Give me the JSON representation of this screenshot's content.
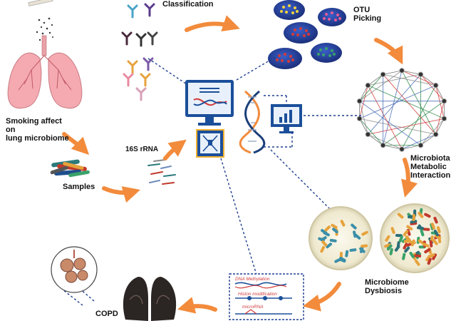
{
  "labels": {
    "classification": "Classification",
    "otu_line1": "OTU",
    "otu_line2": "Picking",
    "smoking_line1": "Smoking affect",
    "smoking_line2": "on",
    "smoking_line3": "lung microbiome",
    "rrna": "16S rRNA",
    "samples": "Samples",
    "interaction_line1": "Microbiota",
    "interaction_line2": "Metabolic",
    "interaction_line3": "Interaction",
    "dysbiosis_line1": "Microbiome",
    "dysbiosis_line2": "Dysbiosis",
    "copd": "COPD"
  },
  "epigenetics": {
    "dna_methylation": "DNA Methylation",
    "histone_modification": "Histon modification",
    "microrna": "microRNA"
  },
  "colors": {
    "arrow": "#f28b3c",
    "dashed_link": "#1f3f8f",
    "network_line_red": "#d23a3a",
    "network_line_green": "#2e8a4b",
    "network_line_blue": "#4a6fb8",
    "lung": "#f2a3a9",
    "monitor": "#1b4f9a",
    "petri": "#f4f1df"
  }
}
